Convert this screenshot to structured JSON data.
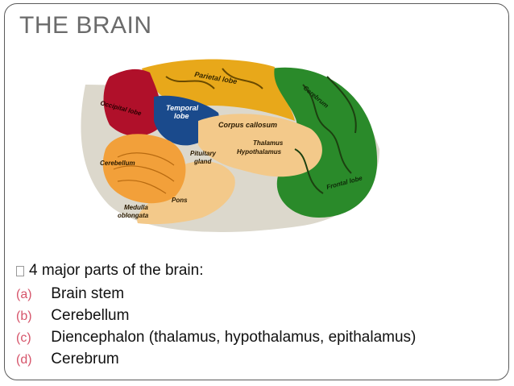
{
  "slide": {
    "title": "THE BRAIN",
    "lead": "4 major parts of the brain:",
    "items": [
      {
        "marker": "(a)",
        "text": "Brain stem"
      },
      {
        "marker": "(b)",
        "text": "Cerebellum"
      },
      {
        "marker": "(c)",
        "text": "Diencephalon (thalamus, hypothalamus, epithalamus)"
      },
      {
        "marker": "(d)",
        "text": "Cerebrum"
      }
    ]
  },
  "figure": {
    "labels": {
      "parietal": "Parietal lobe",
      "occipital": "Occipital lobe",
      "temporal_1": "Temporal",
      "temporal_2": "lobe",
      "cerebrum": "Cerebrum",
      "corpus": "Corpus callosum",
      "thalamus": "Thalamus",
      "hypothalamus": "Hypothalamus",
      "pituitary_1": "Pituitary",
      "pituitary_2": "gland",
      "cerebellum": "Cerebellum",
      "frontal": "Frontal lobe",
      "pons": "Pons",
      "medulla_1": "Medulla",
      "medulla_2": "oblongata"
    },
    "colors": {
      "parietal": "#e8a81a",
      "occipital": "#b0102a",
      "temporal": "#1a4a8c",
      "frontal": "#2a8a2a",
      "inner": "#f3c98a",
      "cerebellum": "#f2a03a",
      "base": "#d9d6cc"
    }
  }
}
